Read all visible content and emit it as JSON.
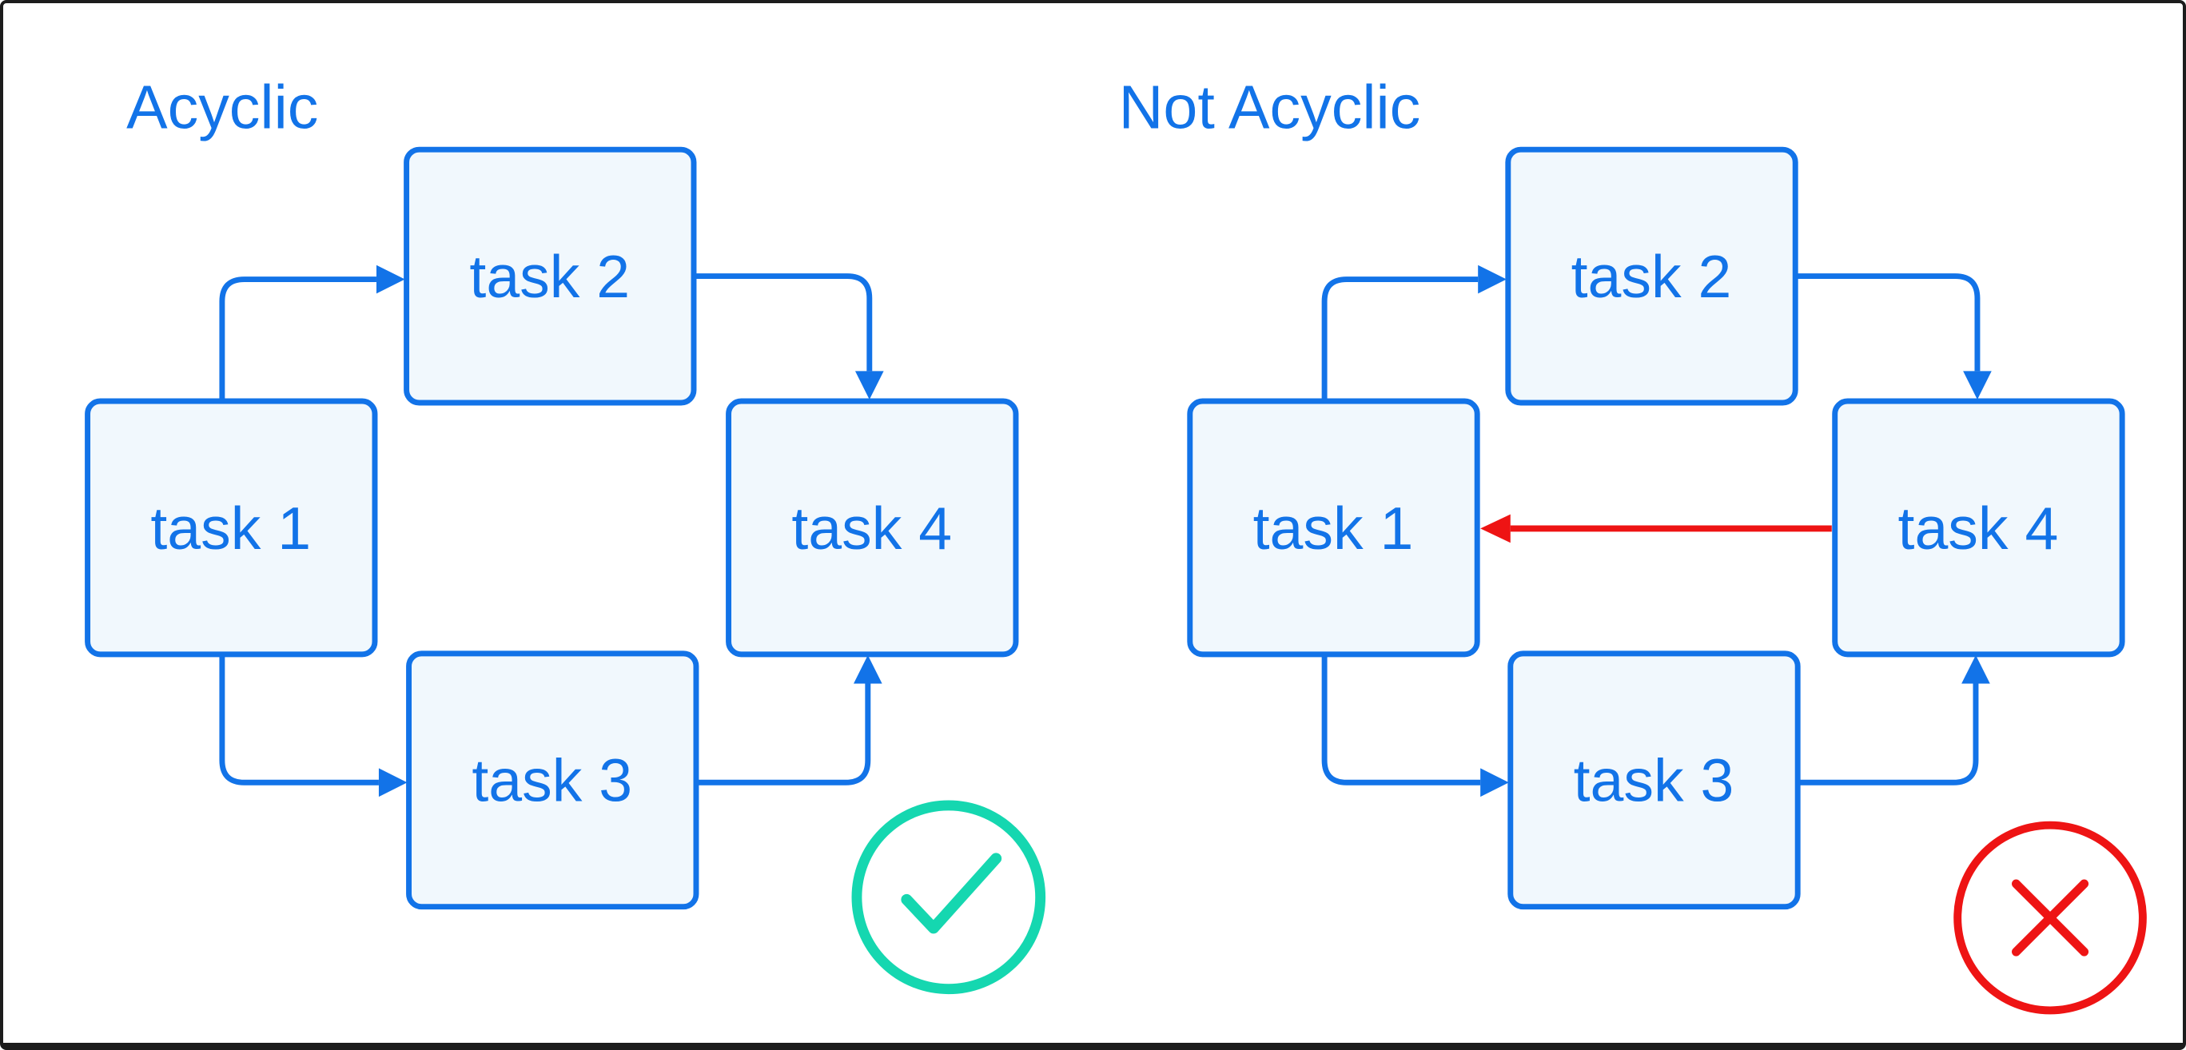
{
  "colors": {
    "blue": "#1273e8",
    "red": "#ee1414",
    "teal": "#15d7b0",
    "node_fill": "#f1f8fd",
    "frame": "#1c1c1c",
    "background": "#ffffff"
  },
  "diagrams": [
    {
      "title": "Acyclic",
      "verdict": "valid",
      "verdict_icon": "check-circle-icon",
      "verdict_color": "#15d7b0",
      "nodes": [
        {
          "id": "task1",
          "label": "task 1"
        },
        {
          "id": "task2",
          "label": "task 2"
        },
        {
          "id": "task3",
          "label": "task 3"
        },
        {
          "id": "task4",
          "label": "task 4"
        }
      ],
      "edges": [
        {
          "from": "task1",
          "to": "task2",
          "color": "#1273e8"
        },
        {
          "from": "task1",
          "to": "task3",
          "color": "#1273e8"
        },
        {
          "from": "task2",
          "to": "task4",
          "color": "#1273e8"
        },
        {
          "from": "task3",
          "to": "task4",
          "color": "#1273e8"
        }
      ]
    },
    {
      "title": "Not Acyclic",
      "verdict": "invalid",
      "verdict_icon": "x-circle-icon",
      "verdict_color": "#ee1414",
      "nodes": [
        {
          "id": "task1",
          "label": "task 1"
        },
        {
          "id": "task2",
          "label": "task 2"
        },
        {
          "id": "task3",
          "label": "task 3"
        },
        {
          "id": "task4",
          "label": "task 4"
        }
      ],
      "edges": [
        {
          "from": "task1",
          "to": "task2",
          "color": "#1273e8"
        },
        {
          "from": "task1",
          "to": "task3",
          "color": "#1273e8"
        },
        {
          "from": "task2",
          "to": "task4",
          "color": "#1273e8"
        },
        {
          "from": "task3",
          "to": "task4",
          "color": "#1273e8"
        },
        {
          "from": "task4",
          "to": "task1",
          "color": "#ee1414",
          "cycle": true
        }
      ]
    }
  ]
}
